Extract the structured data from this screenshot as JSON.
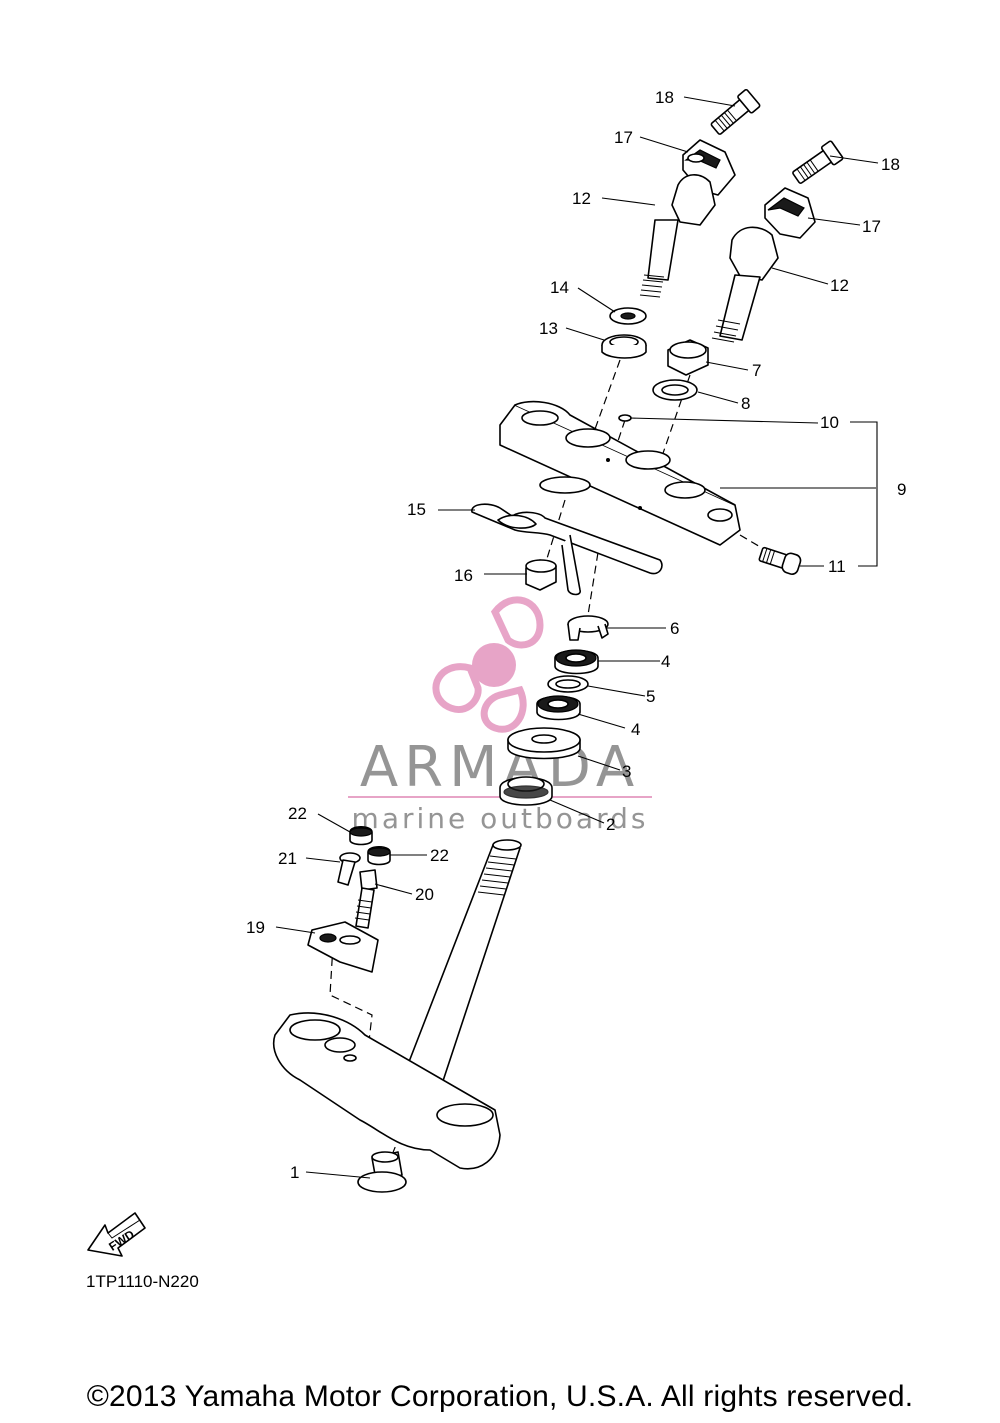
{
  "diagram": {
    "code": "1TP1110-N220",
    "copyright": "©2013 Yamaha Motor Corporation, U.S.A. All rights reserved.",
    "fwd_label": "FWD",
    "callouts": [
      "1",
      "2",
      "3",
      "4",
      "4",
      "5",
      "6",
      "7",
      "8",
      "9",
      "10",
      "11",
      "12",
      "12",
      "13",
      "14",
      "15",
      "16",
      "17",
      "17",
      "18",
      "18",
      "19",
      "20",
      "21",
      "22",
      "22"
    ]
  },
  "watermark": {
    "brand": "ARMADA",
    "tagline": "marine outboards",
    "colors": {
      "pink": "#e59bc2",
      "gray": "#8a8a8a"
    }
  },
  "icons": {
    "fwd": "fwd-arrow-icon",
    "logo": "propeller-logo-icon"
  }
}
